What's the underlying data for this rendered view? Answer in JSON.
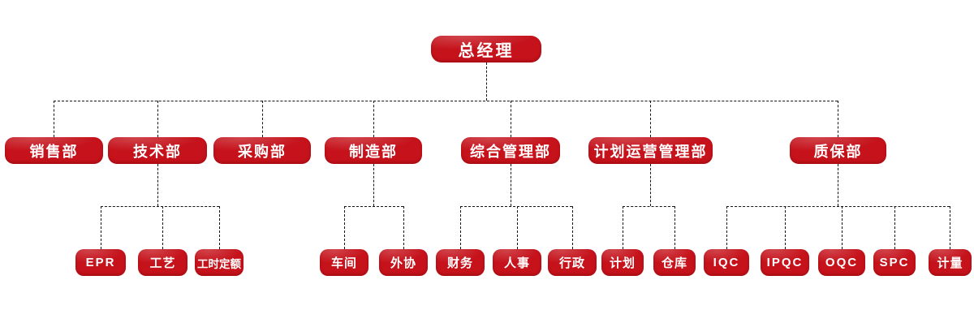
{
  "colors": {
    "box_fill": "#c5121b",
    "text": "#ffffff",
    "line": "#151515",
    "background": "#ffffff"
  },
  "nodes": {
    "root": "总经理",
    "sales": "销售部",
    "tech": "技术部",
    "purchase": "采购部",
    "mfg": "制造部",
    "admin": "综合管理部",
    "planops": "计划运营管理部",
    "qa": "质保部",
    "epr": "EPR",
    "craft": "工艺",
    "labor_quota": "工时定额",
    "workshop": "车间",
    "outsourcing": "外协",
    "finance": "财务",
    "hr": "人事",
    "administration": "行政",
    "planning": "计划",
    "warehouse": "仓库",
    "iqc": "IQC",
    "ipqc": "IPQC",
    "oqc": "OQC",
    "spc": "SPC",
    "metrology": "计量"
  },
  "structure": {
    "root": [
      "sales",
      "tech",
      "purchase",
      "mfg",
      "admin",
      "planops",
      "qa"
    ],
    "tech": [
      "epr",
      "craft",
      "labor_quota"
    ],
    "mfg": [
      "workshop",
      "outsourcing"
    ],
    "admin": [
      "finance",
      "hr",
      "administration"
    ],
    "planops": [
      "planning",
      "warehouse"
    ],
    "qa": [
      "iqc",
      "ipqc",
      "oqc",
      "spc",
      "metrology"
    ]
  }
}
